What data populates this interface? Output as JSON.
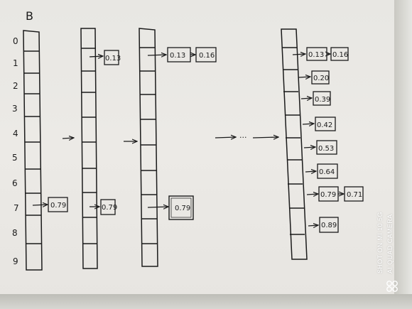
{
  "title": "B",
  "indices": [
    "0",
    "1",
    "2",
    "3",
    "4",
    "5",
    "6",
    "7",
    "8",
    "9"
  ],
  "ellipsis": "···",
  "stage1": {
    "value_7": "0.79"
  },
  "stage2": {
    "value_1": "0.13",
    "value_7": "0.79"
  },
  "stage3": {
    "value_1a": "0.13",
    "value_1b": "0.16",
    "value_7": "0.79"
  },
  "stage4": {
    "value_1a": "0.13",
    "value_1b": "0.16",
    "value_2": "0.20",
    "value_3": "0.39",
    "value_4": "0.42",
    "value_5": "0.53",
    "value_6": "0.64",
    "value_7a": "0.79",
    "value_7b": "0.71",
    "value_8": "0.89"
  },
  "watermark": {
    "line1": "SHOT ON MI 10 5G",
    "line2": "AI QUAD CAMERA"
  },
  "colors": {
    "ink": "#1b1b1b",
    "paper": "#ebe9e5"
  }
}
